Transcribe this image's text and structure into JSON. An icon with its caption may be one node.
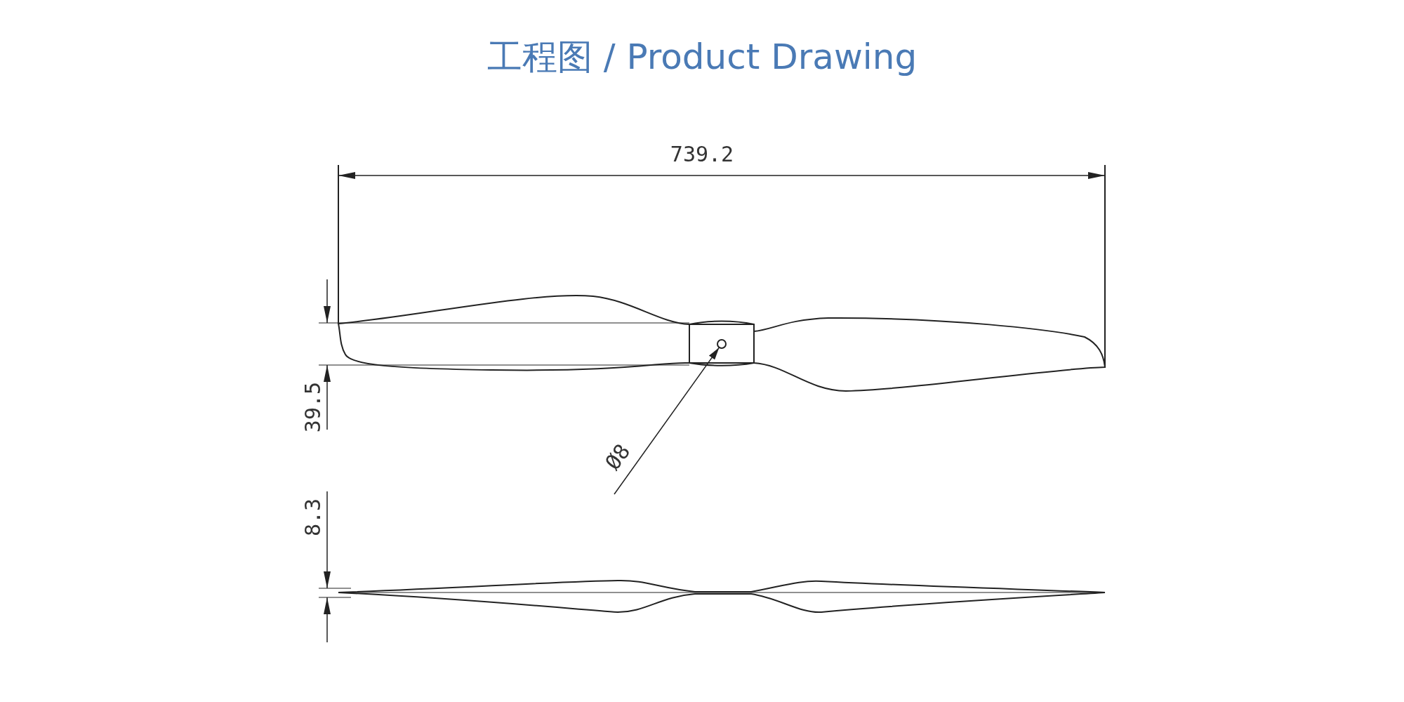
{
  "diagram": {
    "title": "工程图 / Product Drawing",
    "nodes": [
      {
        "text": [
          "Ø8"
        ]
      },
      {
        "text": [],
        "shape": "circle"
      }
    ],
    "edges": [
      {
        "from": 0,
        "to": 1,
        "arrow": "to"
      }
    ],
    "labels": [
      "739.2",
      "39.5",
      "8.3"
    ]
  }
}
